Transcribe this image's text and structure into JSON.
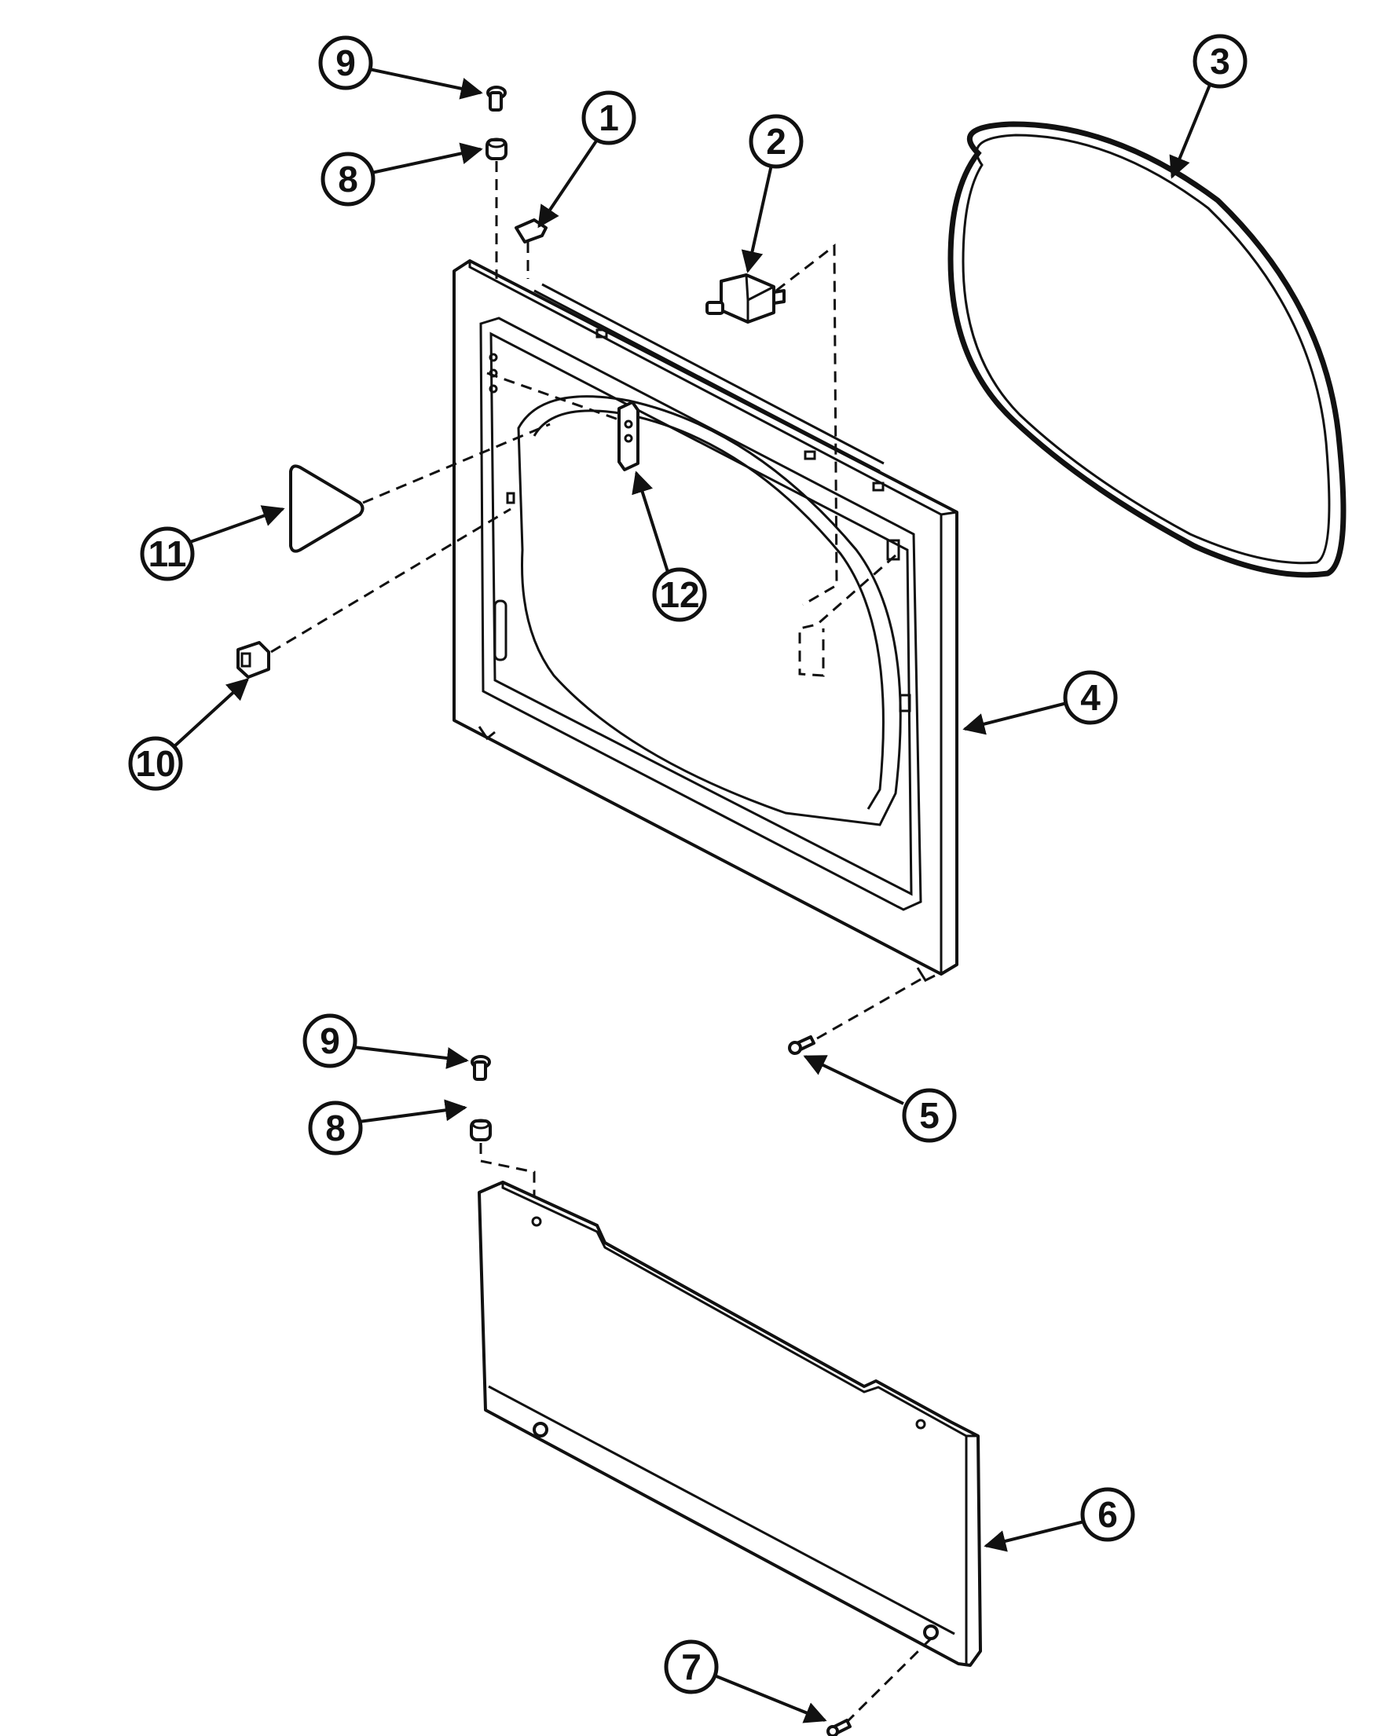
{
  "callouts": {
    "c1": "1",
    "c2": "2",
    "c3": "3",
    "c4": "4",
    "c5": "5",
    "c6": "6",
    "c7": "7",
    "c8_top": "8",
    "c8_bottom": "8",
    "c9_top": "9",
    "c9_bottom": "9",
    "c10": "10",
    "c11": "11",
    "c12": "12"
  },
  "colors": {
    "ink": "#111111",
    "background": "#ffffff"
  }
}
